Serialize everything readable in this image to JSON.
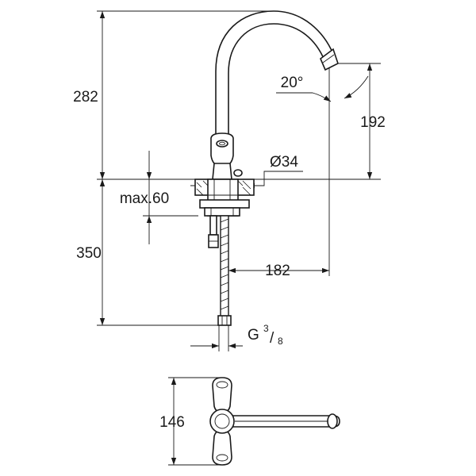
{
  "dimensions": {
    "total_height": "282",
    "spout_height": "192",
    "spout_angle": "20°",
    "base_diameter": "Ø34",
    "max_thickness": "max.60",
    "hose_length": "350",
    "spout_reach": "182",
    "connection_main": "G",
    "connection_num": "3",
    "connection_den": "8",
    "handle_width": "146"
  }
}
